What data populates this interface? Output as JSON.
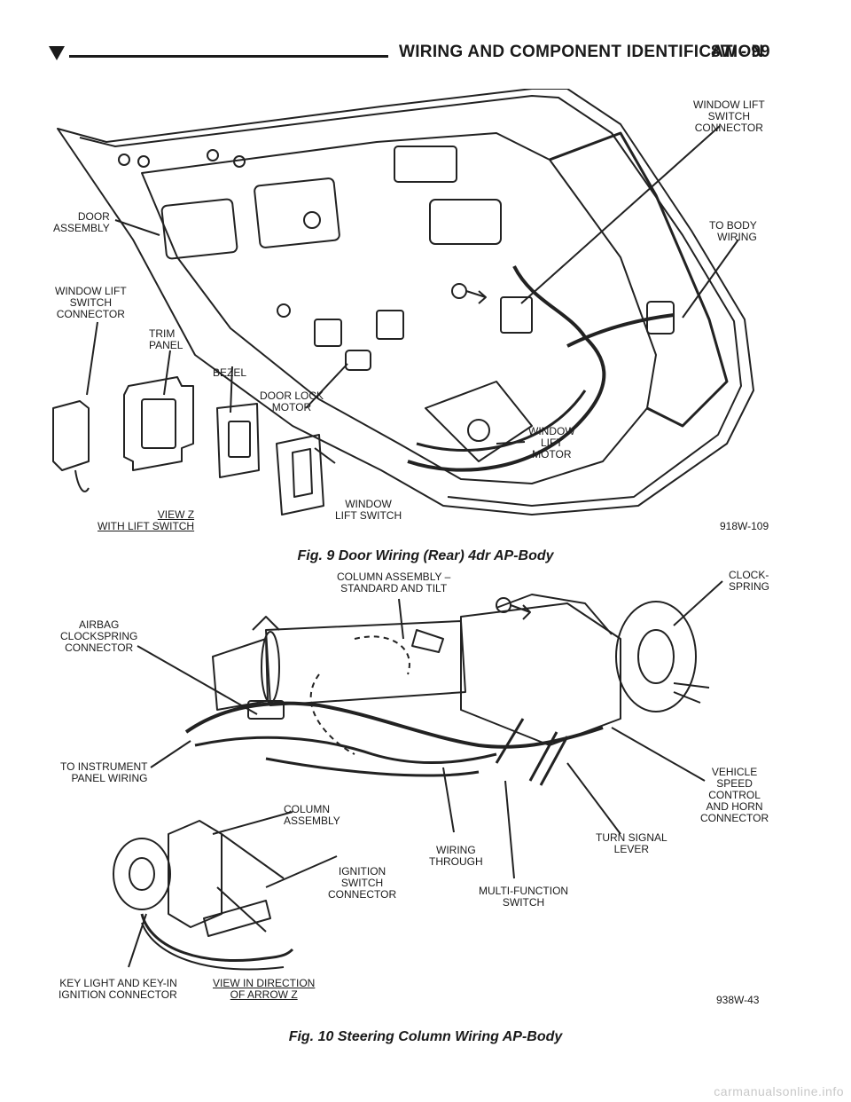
{
  "header": {
    "title": "WIRING AND COMPONENT IDENTIFICATION",
    "page": "8W - 99"
  },
  "fig9": {
    "labels": {
      "window_lift_switch_connector_top": "WINDOW LIFT\nSWITCH\nCONNECTOR",
      "door_assembly": "DOOR\nASSEMBLY",
      "to_body_wiring": "TO BODY\nWIRING",
      "window_lift_switch_connector_left": "WINDOW LIFT\nSWITCH\nCONNECTOR",
      "trim_panel": "TRIM\nPANEL",
      "bezel": "BEZEL",
      "door_lock_motor": "DOOR LOCK\nMOTOR",
      "window_lift_motor": "WINDOW\nLIFT\nMOTOR",
      "window_lift_switch": "WINDOW\nLIFT SWITCH",
      "view_z": "VIEW Z\nWITH LIFT SWITCH"
    },
    "code": "918W-109",
    "caption": "Fig. 9 Door Wiring (Rear) 4dr AP-Body"
  },
  "fig10": {
    "labels": {
      "column_assembly_std_tilt": "COLUMN ASSEMBLY –\nSTANDARD AND TILT",
      "clockspring": "CLOCK-\nSPRING",
      "airbag_clockspring_connector": "AIRBAG\nCLOCKSPRING\nCONNECTOR",
      "to_instrument_panel_wiring": "TO INSTRUMENT\nPANEL WIRING",
      "vehicle_speed_control": "VEHICLE\nSPEED\nCONTROL\nAND HORN\nCONNECTOR",
      "column_assembly": "COLUMN\nASSEMBLY",
      "turn_signal_lever": "TURN SIGNAL\nLEVER",
      "wiring_through": "WIRING\nTHROUGH",
      "ignition_switch_connector": "IGNITION\nSWITCH\nCONNECTOR",
      "multi_function_switch": "MULTI-FUNCTION\nSWITCH",
      "key_light": "KEY LIGHT AND KEY-IN\nIGNITION CONNECTOR",
      "view_direction": "VIEW IN DIRECTION\nOF ARROW Z"
    },
    "code": "938W-43",
    "caption": "Fig. 10 Steering Column Wiring AP-Body"
  },
  "watermark": "carmanualsonline.info"
}
